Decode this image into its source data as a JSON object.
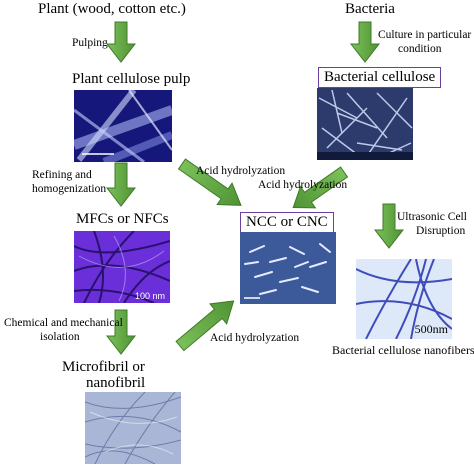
{
  "nodes": {
    "plant": "Plant (wood, cotton etc.)",
    "bacteria": "Bacteria",
    "plant_pulp": "Plant cellulose pulp",
    "bacterial_cellulose": "Bacterial cellulose",
    "mfc": "MFCs or NFCs",
    "ncc": "NCC or CNC",
    "microfibril_line1": "Microfibril or",
    "microfibril_line2": "nanofibril",
    "bc_nanofibers": "Bacterial cellulose nanofibers"
  },
  "edges": {
    "pulping": "Pulping",
    "culture_line1": "Culture in particular",
    "culture_line2": "condition",
    "refining_line1": "Refining and",
    "refining_line2": "homogenization",
    "acid_hydrolyzation_1": "Acid hydrolyzation",
    "acid_hydrolyzation_2": "Acid hydrolyzation",
    "acid_hydrolyzation_3": "Acid hydrolyzation",
    "ultrasonic_line1": "Ultrasonic Cell",
    "ultrasonic_line2": "Disruption",
    "chemical_line1": "Chemical and mechanical",
    "chemical_line2": "isolation"
  },
  "scale_bars": {
    "mfc": "100 nm",
    "bc_nanofibers": "500nm"
  },
  "colors": {
    "arrow_fill": "#62a842",
    "arrow_stroke": "#3f7a28",
    "box_border": "#6a3fa0"
  }
}
